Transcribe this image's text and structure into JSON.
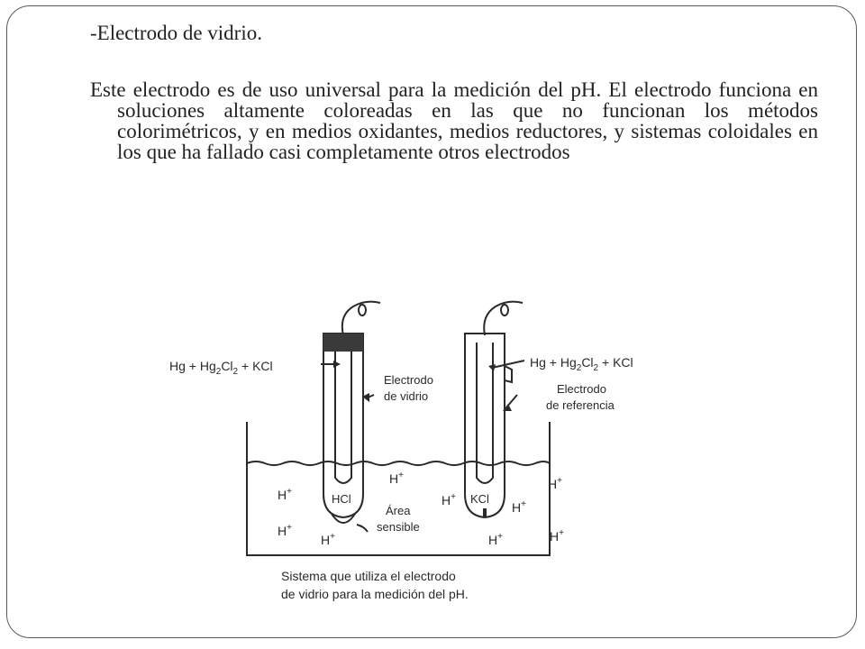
{
  "slide": {
    "title": "-Electrodo de vidrio.",
    "paragraph": "Este electrodo es de uso universal para la medición del pH. El electrodo funciona en soluciones altamente coloreadas en las que no funcionan los métodos colorimétricos, y en medios oxidantes, medios reductores, y sistemas coloidales en los que ha fallado casi completamente otros electrodos"
  },
  "figure": {
    "left_formula": {
      "a": "Hg + Hg",
      "b": "2",
      "c": "Cl",
      "d": "2",
      "e": " + KCl"
    },
    "right_formula": {
      "a": "Hg + Hg",
      "b": "2",
      "c": "Cl",
      "d": "2",
      "e": " + KCl"
    },
    "glass_label_line1": "Electrodo",
    "glass_label_line2": "de vidrio",
    "ref_label_line1": "Electrodo",
    "ref_label_line2": "de referencia",
    "glass_inner": "HCl",
    "ref_inner": "KCl",
    "sensitive_line1": "Área",
    "sensitive_line2": "sensible",
    "ion": "H",
    "ion_charge": "+",
    "caption_line1": "Sistema que utiliza el electrodo",
    "caption_line2": "de vidrio para la medición del pH."
  }
}
